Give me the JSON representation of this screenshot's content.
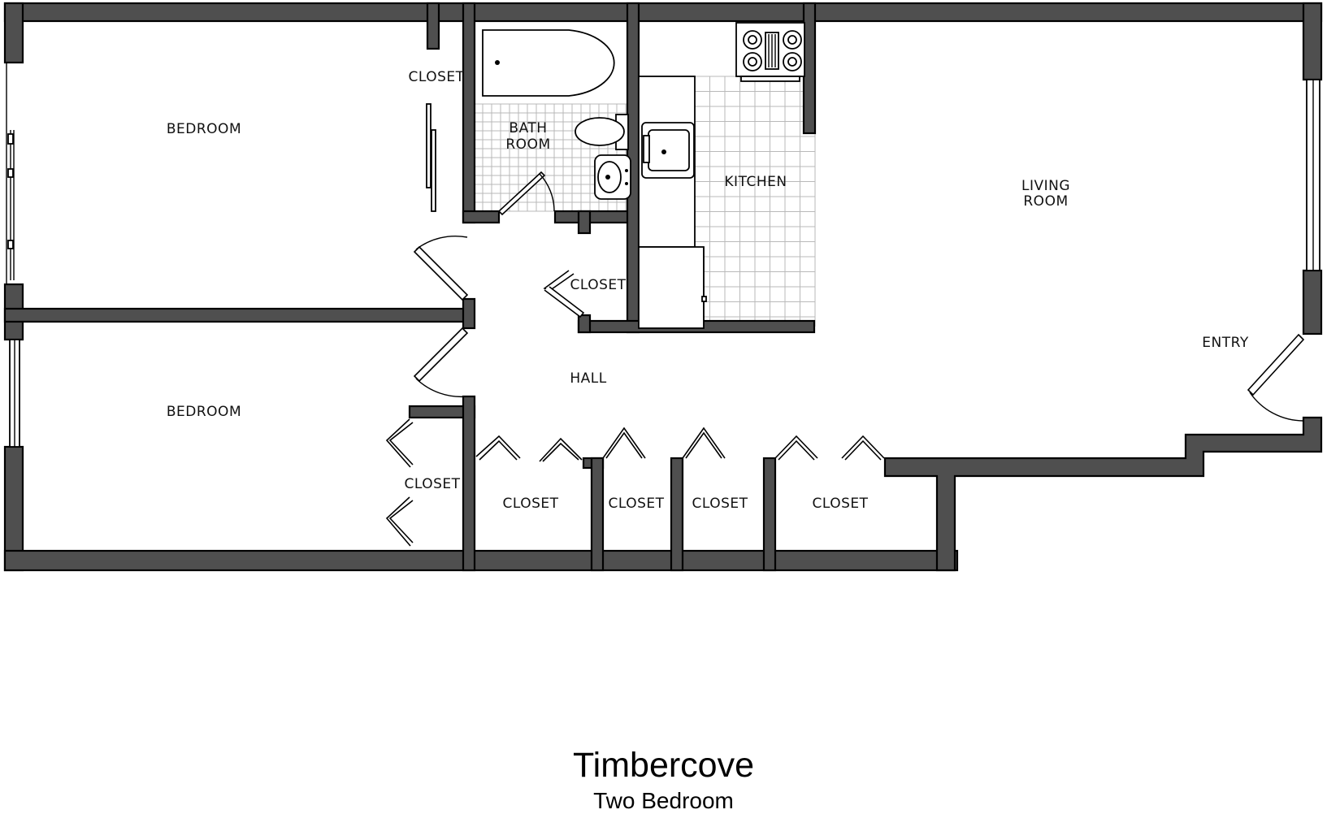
{
  "rooms": {
    "bedroom_1": "BEDROOM",
    "bedroom_2": "BEDROOM",
    "closet_bedroom_1": "CLOSET",
    "bath_line1": "BATH",
    "bath_line2": "ROOM",
    "kitchen": "KITCHEN",
    "living_line1": "LIVING",
    "living_line2": "ROOM",
    "closet_hall": "CLOSET",
    "entry": "ENTRY",
    "hall": "HALL",
    "closet_bedroom_2": "CLOSET",
    "closet_a": "CLOSET",
    "closet_b": "CLOSET",
    "closet_c": "CLOSET",
    "closet_d": "CLOSET"
  },
  "title": {
    "name": "Timbercove",
    "subtitle": "Two Bedroom"
  },
  "colors": {
    "wall": "#4f4f4f",
    "tile_grid": "#b9b9b9",
    "background": "#ffffff"
  }
}
